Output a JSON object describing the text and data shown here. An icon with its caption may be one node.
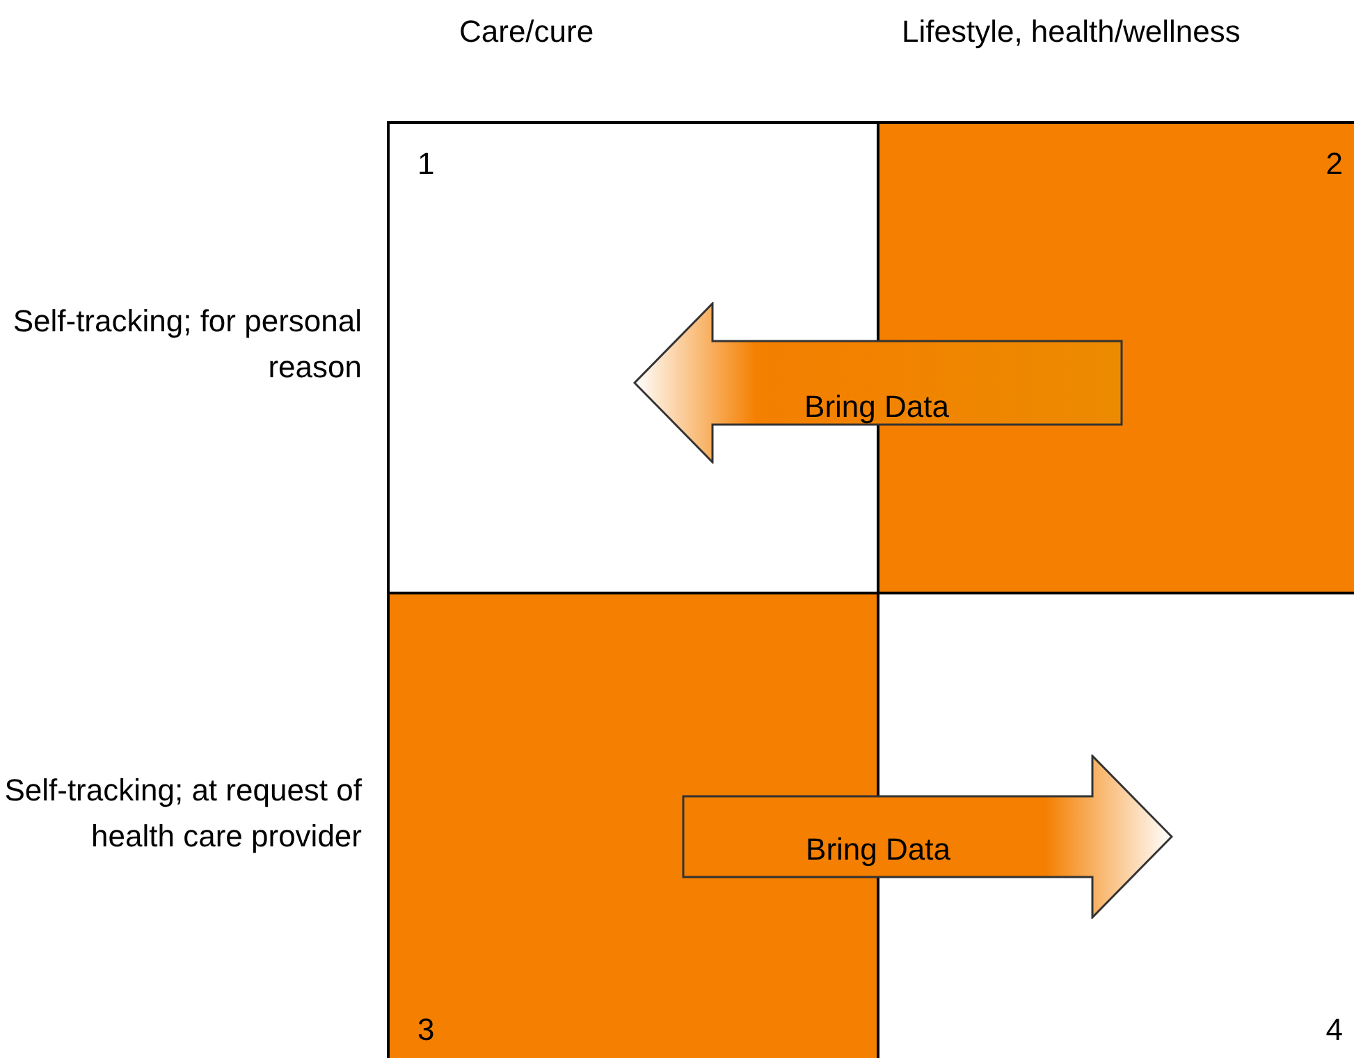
{
  "diagram": {
    "nodes": [
      {
        "text": [
          "1"
        ]
      },
      {
        "text": [
          "2"
        ]
      },
      {
        "text": [
          "3"
        ]
      },
      {
        "text": [
          "4"
        ]
      },
      {
        "text": [
          "Bring Data"
        ]
      },
      {
        "text": [
          "Bring Data"
        ]
      }
    ],
    "labels": [
      "Care/cure",
      "Lifestyle, health/wellness",
      "Self-tracking; for personal reason",
      "Self-tracking; at request of health care provider"
    ]
  }
}
